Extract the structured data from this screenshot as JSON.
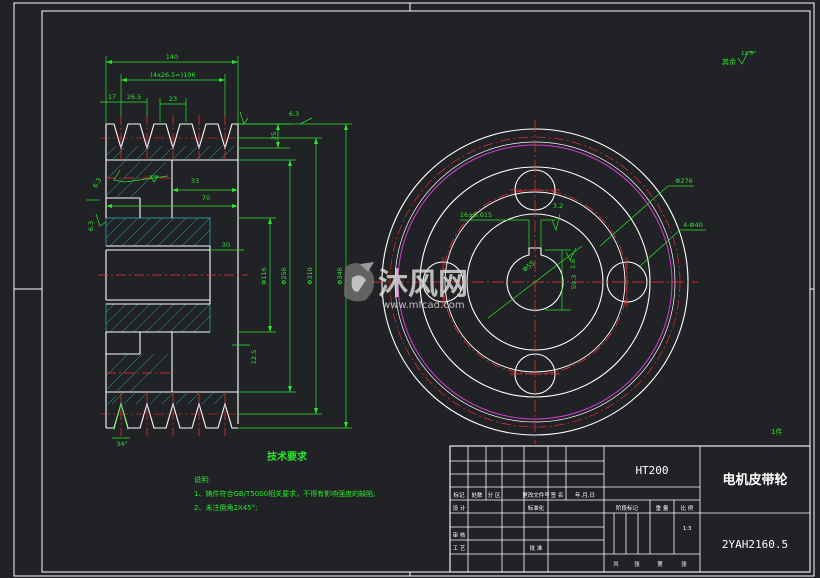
{
  "colors": {
    "background": "#202226",
    "outline": "#ffffff",
    "dimension": "#29e629",
    "centerline": "#ff3030",
    "hatch": "#2fb8b8",
    "pitch_circle": "#d040d0",
    "title_text": "#ffffff"
  },
  "dimensions": {
    "overall_width": "140",
    "groove_pattern": "(4x26.5=)106",
    "edge": "17",
    "pitch": "26.5",
    "groove_top": "23",
    "groove_depth": "6.3",
    "groove_flank": "25",
    "angle_ref": "6.3",
    "web_step": "33",
    "hub_length": "70",
    "hub_bore_len": "30",
    "left_ref": "6.3",
    "dia_hub": "Φ116",
    "dia_web": "Φ256",
    "dia_pitch": "Φ310",
    "dia_outer": "Φ346",
    "rough_bottom": "12.5",
    "groove_angle": "34°",
    "circle_dia": "Φ276",
    "holes": "4-Φ40",
    "keyway_width": "16±0.015",
    "keyway_rough": "3.2",
    "bore_dia": "Φ55",
    "keyway_depth": "59.3",
    "bore_rough": "1.6"
  },
  "roughness_note": {
    "label": "其余",
    "value": "12.5"
  },
  "quantity": "1件",
  "tech_requirements": {
    "title": "技术要求",
    "intro": "说明:",
    "items": [
      "1、铸件符合GB/T5000相关要求，不得有影响强度的缺陷;",
      "2、未注倒角2X45°;"
    ]
  },
  "title_block": {
    "material": "HT200",
    "part_name": "电机皮带轮",
    "drawing_number": "2YAH2160.5",
    "scale": "1:3",
    "revision_headers": [
      "标记",
      "处数",
      "分 区",
      "更改文件号",
      "签 名",
      "年.月.日"
    ],
    "roles": [
      "设 计",
      "标准化",
      "审 核",
      "工 艺",
      "批 准"
    ],
    "stage_headers": [
      "阶段标记",
      "重 量",
      "比 例"
    ],
    "sheet_labels": [
      "共",
      "张",
      "第",
      "张"
    ]
  },
  "watermark": {
    "brand": "沐风网",
    "url": "www.mfcad.com"
  }
}
